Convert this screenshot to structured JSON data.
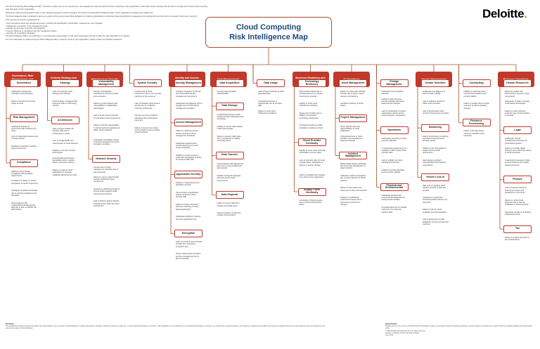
{
  "header": {
    "title_line1": "Cloud Computing",
    "title_line2": "Risk Intelligence Map",
    "logo_word": "Deloitte",
    "logo_dot": "."
  },
  "intro": {
    "p1": "The Cloud Computing Risk Intelligence Map™ provides a unique view on the procurement, risk management and governance of cloud computing to help organizations understand cloud computing risk and how to manage and monitor cloud computing risks that apply to their organization.",
    "p2": "Businesses today are being asked to take a more strategic approach to cloud computing. The Cloud Computing Risk Intelligence Map™ helps organizations evaluate and mitigate risk.",
    "p3": "The Risk Intelligence Map is intended to serve as a guide on the journey toward Risk Intelligence by helping organizations to illuminate what organizational, management and operational risks they need to be aware of and how to respond.",
    "p4": "This map can be used by organizations to:",
    "b1": "• spur discussions about risk management topics, including risk identification, prioritization, measurement, and mitigation",
    "b2": "• facilitate the connection of risk management areas",
    "b3": "• identify risk and ways to specific risk categories",
    "b4": "• improve efficiency in compliance and risk management efforts",
    "b5": "• develop risk remediation strategies",
    "p5": "The Risk Intelligence Map is not a definitive or comprehensive representation of risk. Each organization should consider the risks applicable to its situation.",
    "p6": "For more information on implementing the Risk Intelligence Map to meet the needs of your organization, please contact your Deloitte practitioner."
  },
  "columns": [
    {
      "cat": "Governance, Risk Management, and Compliance",
      "subs": [
        {
          "name": "Governance",
          "risks": [
            "Inadequate management oversight of cloud adoption",
            "Failure to identify and monitor usage of cloud"
          ]
        },
        {
          "name": "Risk Management",
          "risks": [
            "Inadequate analysis of incremental risks introduced by cloud",
            "Lack of independent assessment of cloud solution",
            "Insufficient expertise in auditing cloud environment"
          ]
        },
        {
          "name": "Compliance",
          "risks": [
            "Inability to demonstrate compliance with regulatory requirements",
            "Limitations on ability to monitor compliance of cloud components",
            "Changing compliance landscape due to evolving regulations and standards",
            "Noncompliance with multijurisdictional data privacy laws due to lack of visibility into data location"
          ]
        }
      ]
    },
    {
      "cat": "Delivery Strategy and Architecture",
      "subs": [
        {
          "name": "Strategy",
          "risks": [
            "Lack of a coherent cloud strategy and roadmap",
            "Cloud strategy not aligned with business needs or technology maturity"
          ]
        },
        {
          "name": "Architecture",
          "risks": [
            "Lack of proper isolation for sensitive data due to multitenancy in cloud",
            "Lack of configurability and customization of cloud solutions",
            "Inability to use best of breed technologies",
            "Unacceptable performance degradation due to network latency and system latency",
            "Failure to engineer cloud applications to leverage scalability offered by the cloud"
          ]
        }
      ]
    },
    {
      "cat": "Infrastructure Security",
      "subs": [
        {
          "name": "Vulnerability Management",
          "risks": [
            "Security vulnerabilities introduced by cloud end points and ecosystem",
            "Failure to protect against new vulnerabilities in virtualization technologies",
            "Lack of timely security patches for proprietary cloud components",
            "Failure to identify vulnerabilities in virtual machine templates and offline virtual machines",
            "Inadequate vulnerability testing of services obtained from cloud ecosystem providers"
          ]
        },
        {
          "name": "Network Security",
          "risks": [
            "Compromise of cloud management interfaces due to lack of security",
            "Failure to secure network traffic between distributed cloud components",
            "Exposure to distributed denial of service attacks against public facing cloud interfaces",
            "Lack of defense against attacks originating from within the cloud environment"
          ]
        }
      ]
    },
    {
      "cat": "",
      "subs": [
        {
          "name": "System Security",
          "risks": [
            "Compromise of cloud environment due to poor security practices by the customer",
            "Lack of adequate cloud service security due to conflicting customer preferences",
            "Intrusion and race conditions interacting with cloud-based resources",
            "Failure to secure inter-virtual communication among multiple virtual machines"
          ]
        }
      ]
    },
    {
      "cat": "Identity and Access Management",
      "subs": [
        {
          "name": "Identity Management",
          "risks": [
            "Improper integration of internal and cloud-based identity management components",
            "Inadequate due diligence prior to engagement of cloud identity management providers"
          ]
        },
        {
          "name": "Access Management",
          "risks": [
            "Failure to implement proper access controls for cloud management interfaces",
            "Inadequate logical access control options due to cloud service limitations",
            "Inability to monitor access or implement segregation of duties for cloud provider staff"
          ]
        },
        {
          "name": "Application Security",
          "risks": [
            "Inability to independently test application security",
            "Circumvention of application access controls by cloud provider staff",
            "Failure to ensure necessary business continuity of cloud-based applications",
            "Inadequate facilities to capture and store application logs"
          ]
        },
        {
          "name": "Encryption",
          "risks": [
            "Lack of controls to prevent cloud provider from accessing encryption keys",
            "Poorly implemented encryption and key management due to lack of expertise"
          ]
        }
      ]
    },
    {
      "cat": "Data Management",
      "subs": [
        {
          "name": "Data Acquisition",
          "risks": [
            "Growing inappropriately collected data"
          ]
        },
        {
          "name": "Data Storage",
          "risks": [
            "Unauthorized access to data storage through underlying cloud technology",
            "Inability to monitor data integrity inside cloud storage",
            "Failure to properly retain data due to complexity of multiple cloud data stores"
          ]
        },
        {
          "name": "Data Transfer",
          "risks": [
            "Noncompliance with data privacy laws due to cross-jurisdictional data transfer",
            "Inability to integrate disparate data sets across cloud environments"
          ]
        },
        {
          "name": "Data Disposal",
          "risks": [
            "Failure to remove data from multiple cloud data stores",
            "Insecure deletion of data from multiple cloud locations"
          ]
        }
      ]
    },
    {
      "cat": "",
      "subs": [
        {
          "name": "Data Usage",
          "risks": [
            "Lack of clear ownership of cloud generated data",
            "Unauthorized access or inappropriate use of sensitive data",
            "Failure to verify cloud infrastructure resiliency"
          ]
        }
      ]
    },
    {
      "cat": "Business Resiliency and Availability",
      "subs": [
        {
          "name": "Technology Resiliency",
          "risks": [
            "Disconnection failure due to overdependence on a single cloud service provider",
            "Inability to verify cloud infrastructure resiliency",
            "Single point of failure due to addition of ecosystem technology components",
            "Increased complexity of data replication or backup in cloud"
          ]
        },
        {
          "name": "Cloud Provider Continuity",
          "risks": [
            "Inability to move cloud continuity and disaster recovery plans",
            "Lack of continuity plan for cloud provider failure, acquisition, or change in service strategy",
            "Failure to establish exit strategy from cloud service agreement"
          ]
        },
        {
          "name": "Supply Chain Continuity",
          "risks": [
            "Interruption of cloud services due to critical subcontractor failure"
          ]
        }
      ]
    },
    {
      "cat": "IT Operations",
      "subs": [
        {
          "name": "Asset Management",
          "risks": [
            "Failure to comply with software licenses due to ease of cloud resource provisioning",
            "Insufficient tracking of virtual assets"
          ]
        },
        {
          "name": "Project Management",
          "risks": [
            "Poorly defined roles and responsibilities of cloud participants",
            "Unresponsiveness to cloud provider communications to customer changes"
          ]
        },
        {
          "name": "Incident Management",
          "risks": [
            "Delayed data breach notification due to complex identification of cloud incidents",
            "Ineffective incident investigation due to impermanence of virtual systems",
            "Failure to find incident root cause due to other cloud tenants",
            "Inability to troubleshoot performance issues due to continuous environment changes"
          ]
        }
      ]
    },
    {
      "cat": "",
      "subs": [
        {
          "name": "Change Management",
          "risks": [
            "Inadequate cloud migration planning",
            "Inability to align business process changes with cloud-based service changes",
            "Lack of coordination of system maintenance activity across cloud ecosystem components"
          ]
        },
        {
          "name": "Operations",
          "risks": [
            "Inadequate monitoring of cloud resource utilization",
            "IT operational requirements not updated to reflect unique cloud provider tasks",
            "Lack of visibility into cloud operational processes",
            "Inability to provide adequate level of service globally"
          ]
        },
        {
          "name": "Physical and Environmental",
          "risks": [
            "Inadequate physical and environmental safeguards for cloud provider facilities",
            "Increased data loss for multiple customers from physical machine theft"
          ]
        }
      ]
    },
    {
      "cat": "Vendor Management",
      "subs": [
        {
          "name": "Vendor Selection",
          "risks": [
            "Inadequate due diligence of cloud provider viability",
            "Lack of sufficient number of viable cloud providers",
            "Lack of performance track record of cloud service providers"
          ]
        },
        {
          "name": "Monitoring",
          "risks": [
            "Lack of performance monitoring mechanisms beyond cloud provider reports",
            "Inability to use third parties to assess cloud provider performance",
            "Gap between provider's responsibilities and business expectations"
          ]
        },
        {
          "name": "Vendor Lock-in",
          "risks": [
            "High cost of migrating cloud resident services to alternate provider",
            "Complexity in performing technical activities that are not supported",
            "Failure to plan for cloud portability and interoperability",
            "Lack of agreement on data obligations by both provider and customer"
          ]
        }
      ]
    },
    {
      "cat": "",
      "subs": [
        {
          "name": "Contracting",
          "risks": [
            "Inability to customize cloud contract and establish cloud provider liability",
            "Failure to update cloud contract over time to reflect operating changes"
          ]
        },
        {
          "name": "Resource Provisioning",
          "risks": [
            "Failure to formally define maximum available cloud resources"
          ]
        }
      ]
    },
    {
      "cat": "Business Operations",
      "subs": [
        {
          "name": "Human Resources",
          "risks": [
            "Malicious insiders with administrative access to cloud components",
            "Inadequate IT skills to manage cloud-based technologies",
            "Failure to retain technical expertise upon cloud migration or removal"
          ]
        },
        {
          "name": "Legal",
          "risks": [
            "Inadequate records management processes for cloud-based systems",
            "Failure to consider digital forensics and e-discovery issues in cloud ecosystem",
            "Unauthorized exposure of data at cloud locations with weaker legal environment"
          ]
        },
        {
          "name": "Finance",
          "risks": [
            "Lack of internal controls for financial processes and transactions in the cloud",
            "Failure to control cloud expenses due to ease of proliferation of cloud services",
            "Inaccurate records of underlying infrastructure costs"
          ]
        },
        {
          "name": "Tax",
          "risks": [
            "Failure to analyze and plan for tax considerations"
          ]
        }
      ]
    }
  ],
  "footer": {
    "disclaimer_head": "Disclaimer",
    "disclaimer": "This publication contains general information only and Deloitte is not, by means of this publication, rendering accounting, business, financial, investment, legal, tax, or other professional advice or services. This publication is not a substitute for such professional advice or services, nor should it be used as a basis for any decision or action that may affect your business. Deloitte shall not be responsible for any loss sustained by any person who relies on this publication.",
    "about_head": "About Deloitte",
    "about": "Deloitte refers to one or more of Deloitte Touche Tohmatsu Limited, a UK private company limited by guarantee, and its network of member firms, each of which is a legally separate and independent entity.",
    "copyright": "© 2012 Deloitte Development LLC. All rights reserved.",
    "member": "Member of Deloitte Touche Tohmatsu Limited",
    "date": "June 2012"
  }
}
